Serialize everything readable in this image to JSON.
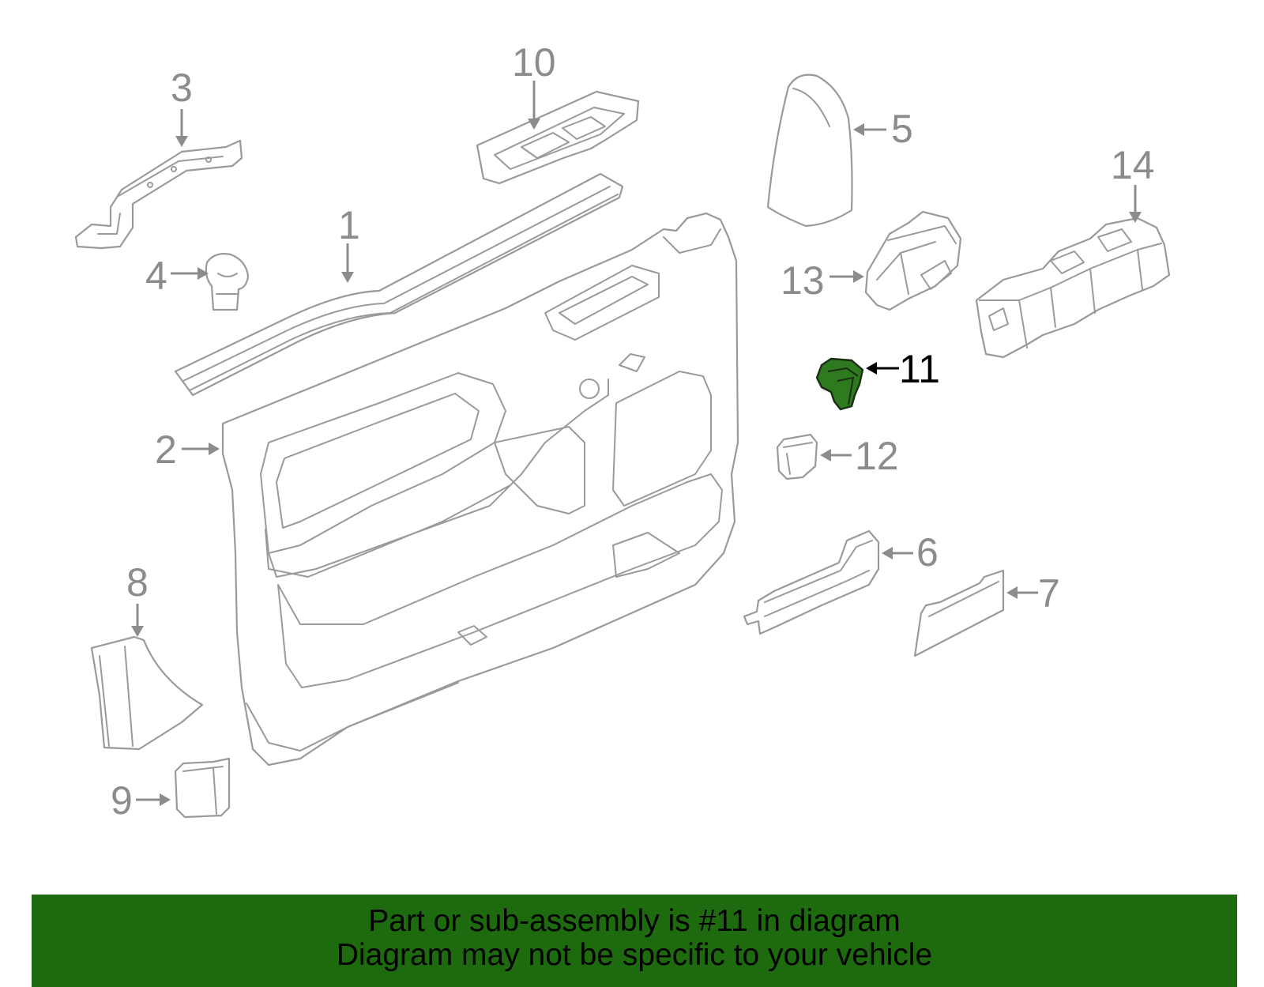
{
  "callouts": [
    "1",
    "2",
    "3",
    "4",
    "5",
    "6",
    "7",
    "8",
    "9",
    "10",
    "11",
    "12",
    "13",
    "14"
  ],
  "selected_callout": "11",
  "colors": {
    "highlight": "#2e7a1e",
    "banner": "#1e6b0f",
    "line_art": "#9a9a9a"
  },
  "banner": {
    "line1": "Part or sub-assembly is #11 in diagram",
    "line2": "Diagram may not be specific to your vehicle"
  }
}
